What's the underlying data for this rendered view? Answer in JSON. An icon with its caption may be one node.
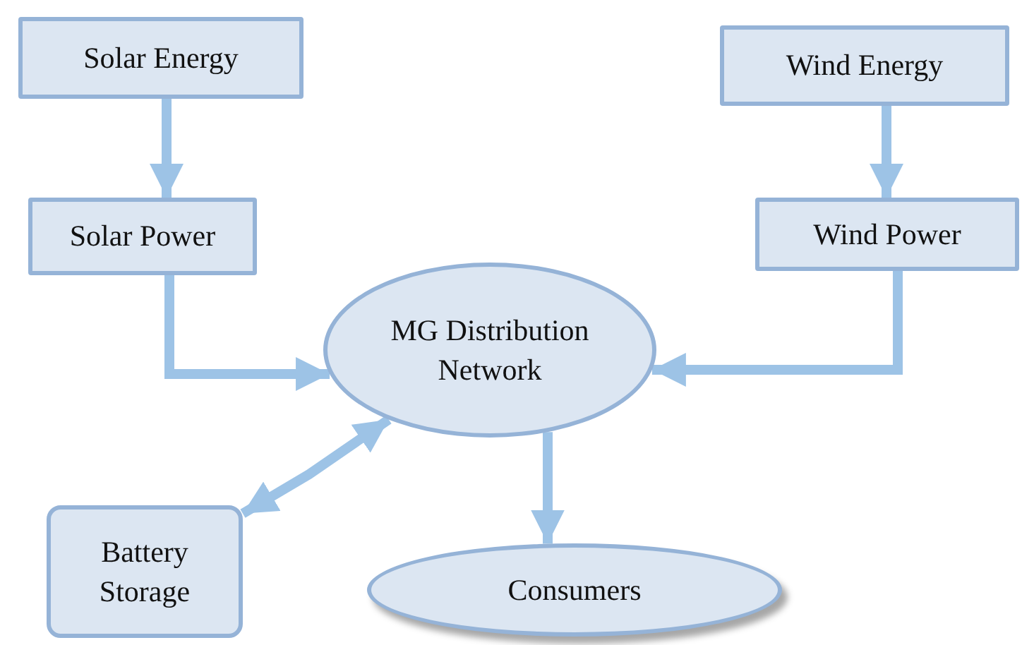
{
  "diagram": {
    "nodes": [
      {
        "text": [
          "Solar Energy"
        ]
      },
      {
        "text": [
          "Solar Power"
        ]
      },
      {
        "text": [
          "Wind Energy"
        ]
      },
      {
        "text": [
          "Wind Power"
        ]
      },
      {
        "text": [
          "MG Distribution Network"
        ]
      },
      {
        "text": [
          "Battery Storage"
        ]
      },
      {
        "text": [
          "Consumers"
        ]
      }
    ],
    "edges": [
      {
        "from": 0,
        "to": 1,
        "arrow": "to"
      },
      {
        "from": 1,
        "to": 4,
        "arrow": "to"
      },
      {
        "from": 2,
        "to": 3,
        "arrow": "to"
      },
      {
        "from": 3,
        "to": 4,
        "arrow": "to"
      },
      {
        "from": 5,
        "to": 4,
        "arrow": "both"
      },
      {
        "from": 4,
        "to": 6,
        "arrow": "to"
      }
    ]
  }
}
